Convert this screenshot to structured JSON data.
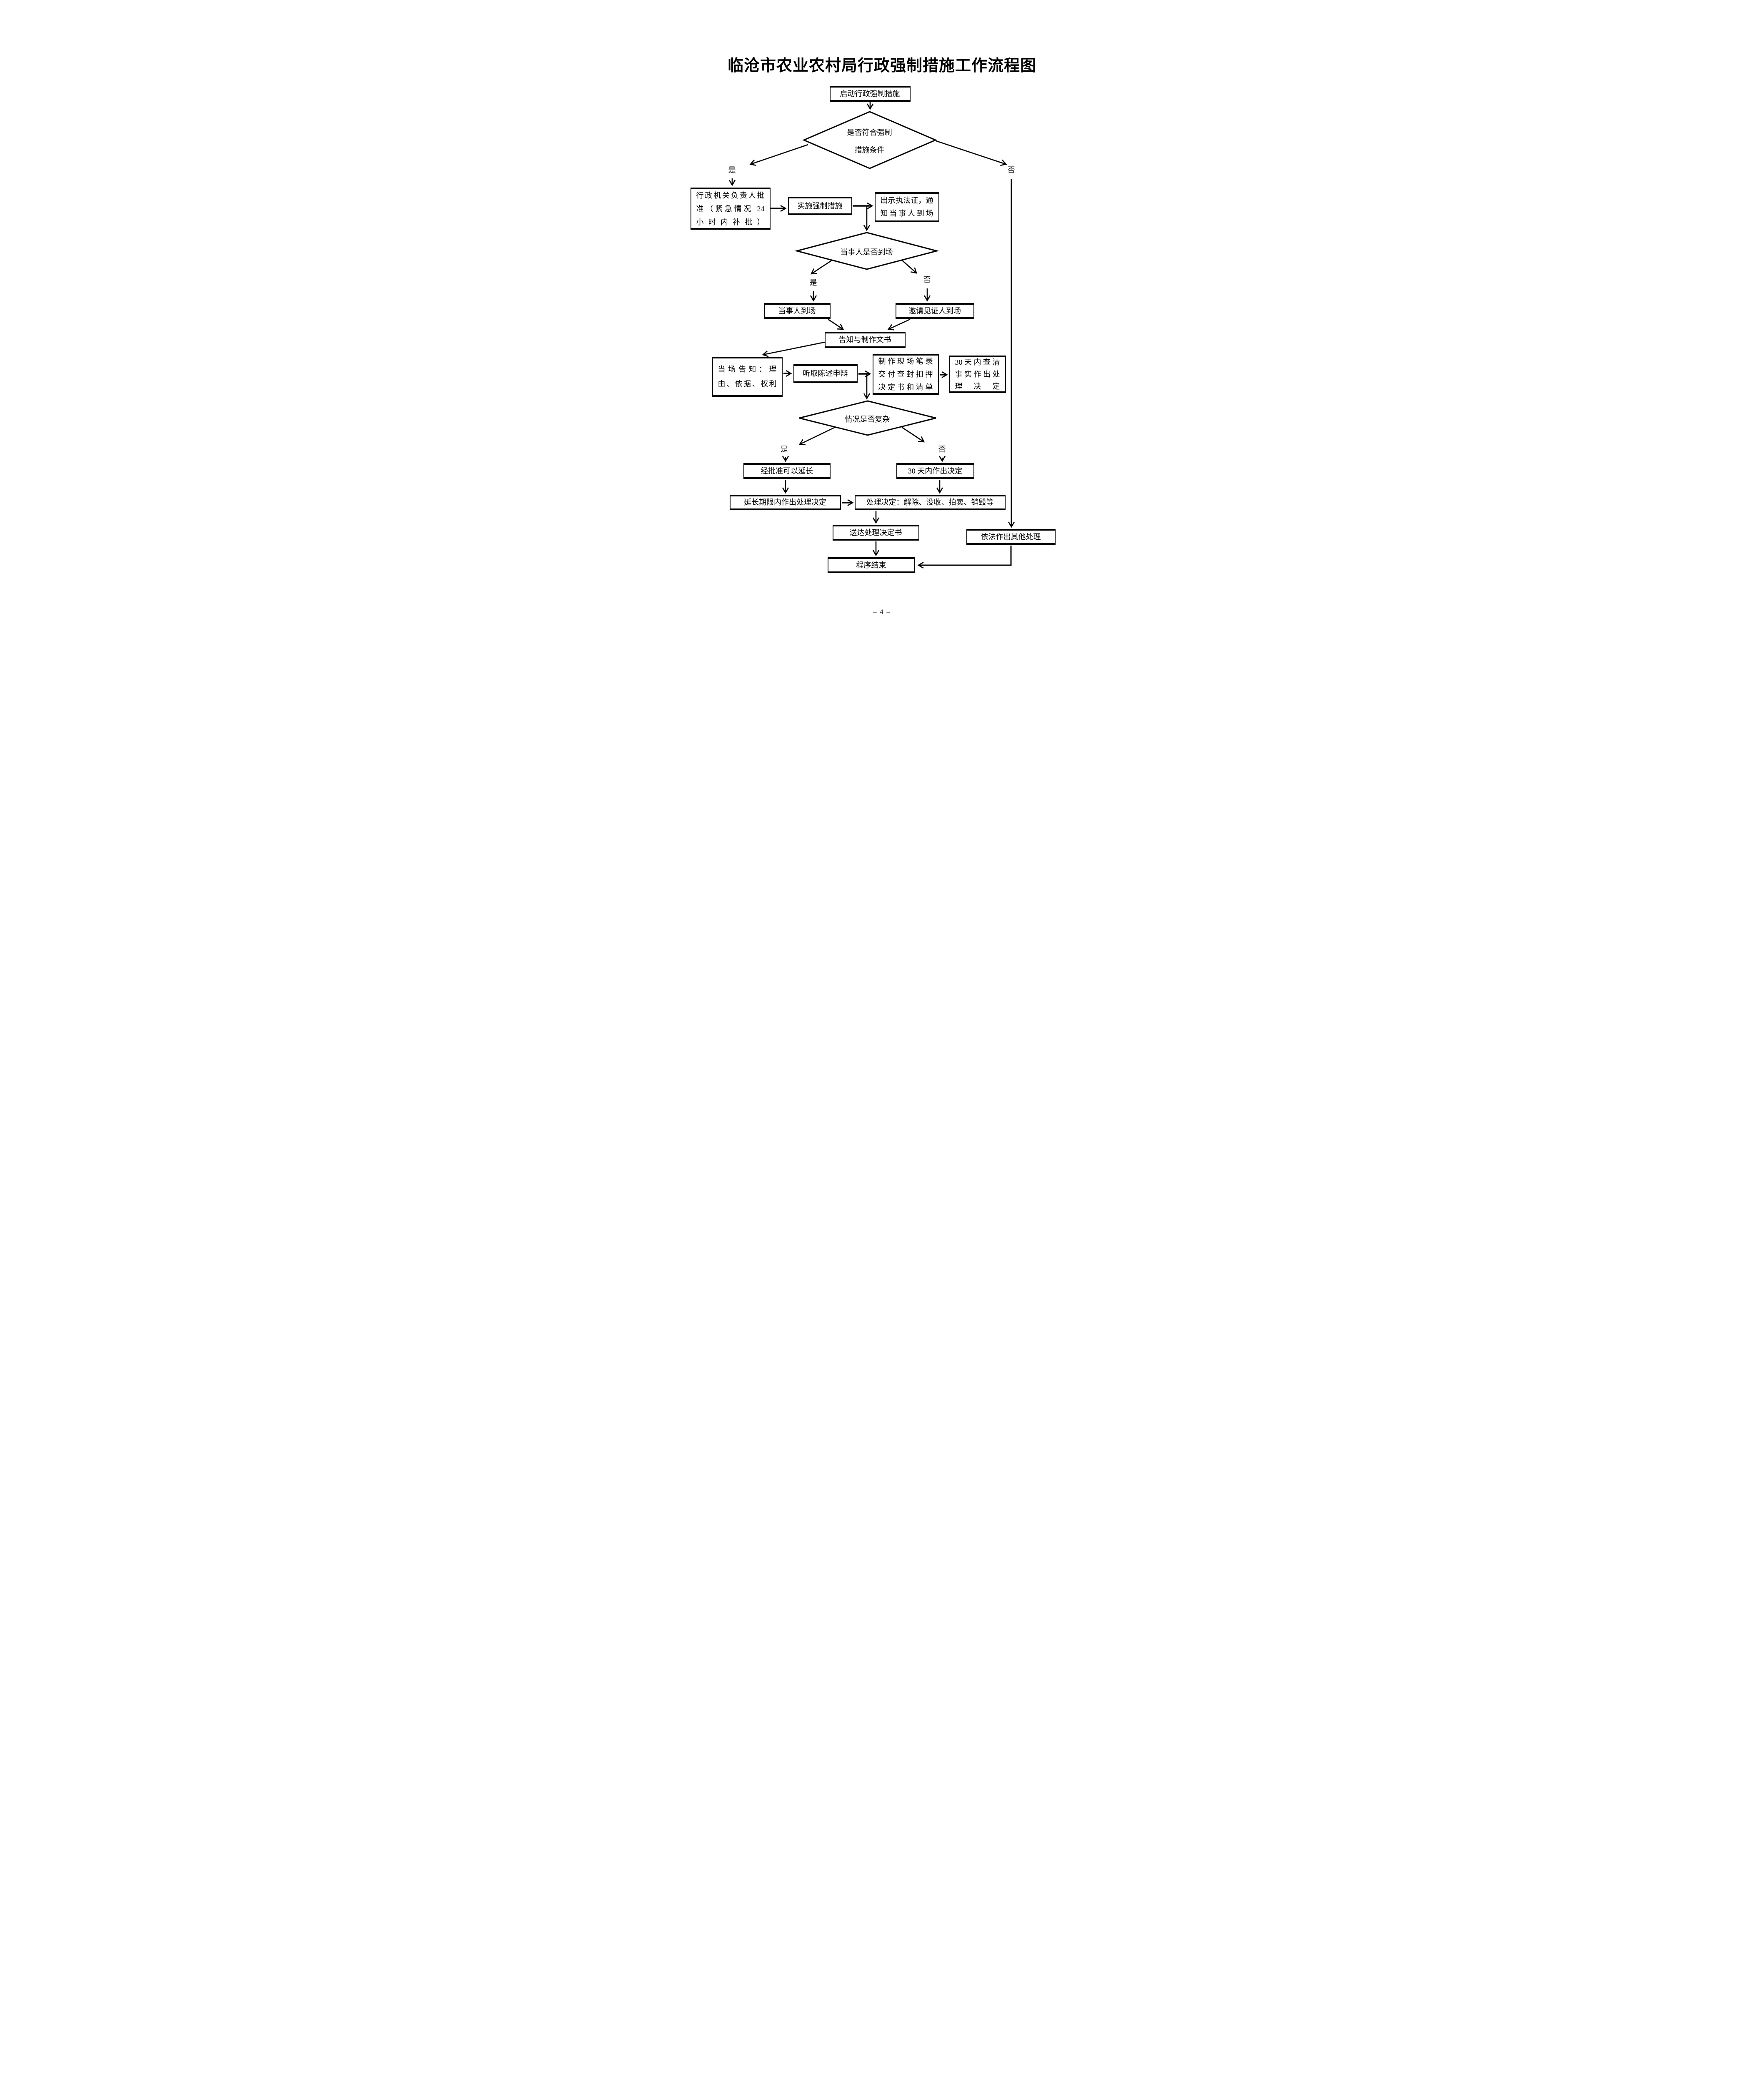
{
  "page": {
    "title": "临沧市农业农村局行政强制措施工作流程图",
    "page_number": "– 4 –"
  },
  "labels": {
    "yes": "是",
    "no": "否"
  },
  "nodes": {
    "start": {
      "label": "启动行政强制措施"
    },
    "decision_conditions": {
      "line1": "是否符合强制",
      "line2": "措施条件"
    },
    "approve": {
      "line1": "行政机关负责人批",
      "line2": "准（紧急情况 24",
      "line3": "小时内补批）"
    },
    "implement": {
      "label": "实施强制措施"
    },
    "show_certificate": {
      "line1": "出示执法证，通",
      "line2": "知当事人到场"
    },
    "decision_party": {
      "label": "当事人是否到场"
    },
    "party_present": {
      "label": "当事人到场"
    },
    "invite_witness": {
      "label": "邀请见证人到场"
    },
    "inform_documents": {
      "label": "告知与制作文书"
    },
    "onsite_inform": {
      "line1": "当场告知：理",
      "line2": "由、依据、权利"
    },
    "hear_statement": {
      "label": "听取陈述申辩"
    },
    "make_record": {
      "line1": "制作现场笔录",
      "line2": "交付查封扣押",
      "line3": "决定书和清单"
    },
    "investigate": {
      "line1": "30天内查清",
      "line2": "事实作出处",
      "line3": "理决定"
    },
    "decision_complex": {
      "label": "情况是否复杂"
    },
    "approved_extend": {
      "label": "经批准可以延长"
    },
    "decide_30days": {
      "label": "30 天内作出决定"
    },
    "extended_decision": {
      "label": "延长期限内作出处理决定"
    },
    "disposal_decision": {
      "label": "处理决定：解除、没收、拍卖、销毁等"
    },
    "deliver_decision": {
      "label": "送达处理决定书"
    },
    "other_handling": {
      "label": "依法作出其他处理"
    },
    "end": {
      "label": "程序结束"
    }
  }
}
